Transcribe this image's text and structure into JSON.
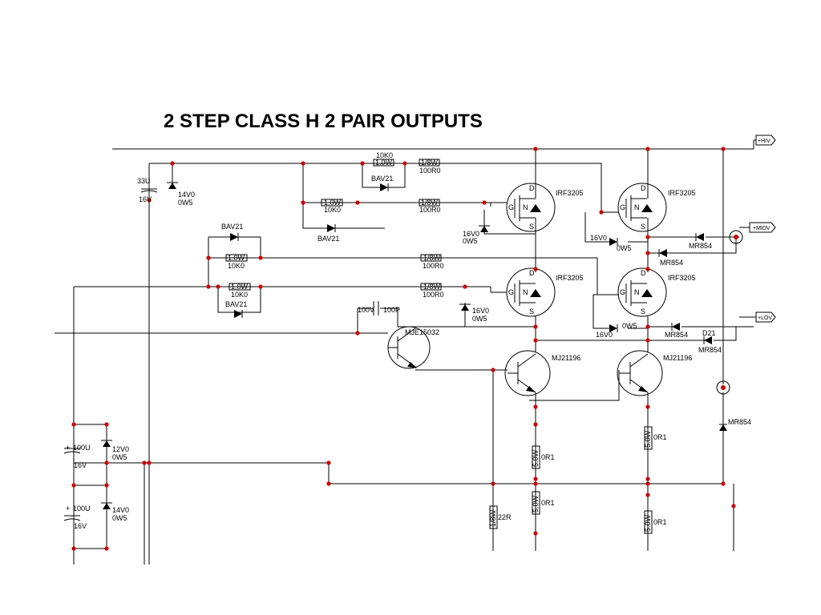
{
  "title": "2 STEP CLASS H  2 PAIR OUTPUTS",
  "rails": {
    "hiv": "+HIV",
    "midv": "+MIDV",
    "lov": "+LOV"
  },
  "labels": {
    "c_33u": "33U",
    "c_16v_top": "16V",
    "z_14v0_top": "14V0",
    "z_0w5_top": "0W5",
    "r_10k0_top": "10K0",
    "r_1w_top": "1.0W",
    "r_18w_1": "1/8W",
    "r_100r0_1": "100R0",
    "bav21_1": "BAV21",
    "r_1w_2": "1.0W",
    "r_10k0_2": "10K0",
    "r_18w_2": "1/8W",
    "r_100r0_2": "100R0",
    "bav21_2": "BAV21",
    "z_16v0_1": "16V0",
    "z_0w5_1": "0W5",
    "irf_1": "IRF3205",
    "irf_2": "IRF3205",
    "irf_3": "IRF3205",
    "irf_4": "IRF3205",
    "pin_d": "D",
    "pin_g": "G",
    "pin_s": "S",
    "pin_n": "N",
    "z_16v0_2": "16V0",
    "z_0w5_2": "0W5",
    "mr854_1": "MR854",
    "mr854_2": "MR854",
    "bav21_3": "BAV21",
    "r_1w_3": "1.0W",
    "r_10k0_3": "10K0",
    "r_18w_3": "1/8W",
    "r_100r0_3": "100R0",
    "r_1w_4": "1.0W",
    "r_10k0_4": "10K0",
    "bav21_4": "BAV21",
    "r_18w_4": "1/8W",
    "r_100r0_4": "100R0",
    "c_100v": "100V",
    "c_100p": "100P",
    "z_16v0_3": "16V0",
    "z_0w5_3": "0W5",
    "mje": "MJE15032",
    "z_16v0_4": "16V0",
    "z_0w5_4": "0W5",
    "mr854_3": "MR854",
    "d21": "D21",
    "mr854_4": "MR854",
    "mj_1": "MJ21196",
    "mj_2": "MJ21196",
    "mr854_5": "MR854",
    "c_100u_1": "100U",
    "c_16v_1": "16V",
    "z_12v0": "12V0",
    "z_0w5_5": "0W5",
    "c_100u_2": "100U",
    "c_16v_2": "16V",
    "z_14v0_b": "14V0",
    "z_0w5_6": "0W5",
    "r5w_1": "5.0W",
    "r0r1_1": "0R1",
    "r5w_2": "5.0W",
    "r0r1_2": "0R1",
    "r5w_3": "5.0W",
    "r0r1_3": "0R1",
    "r5w_4": "5.0W",
    "r0r1_4": "0R1",
    "r18w_22": "1/8W",
    "r22r": "22R",
    "plus_1": "+",
    "plus_2": "+"
  }
}
